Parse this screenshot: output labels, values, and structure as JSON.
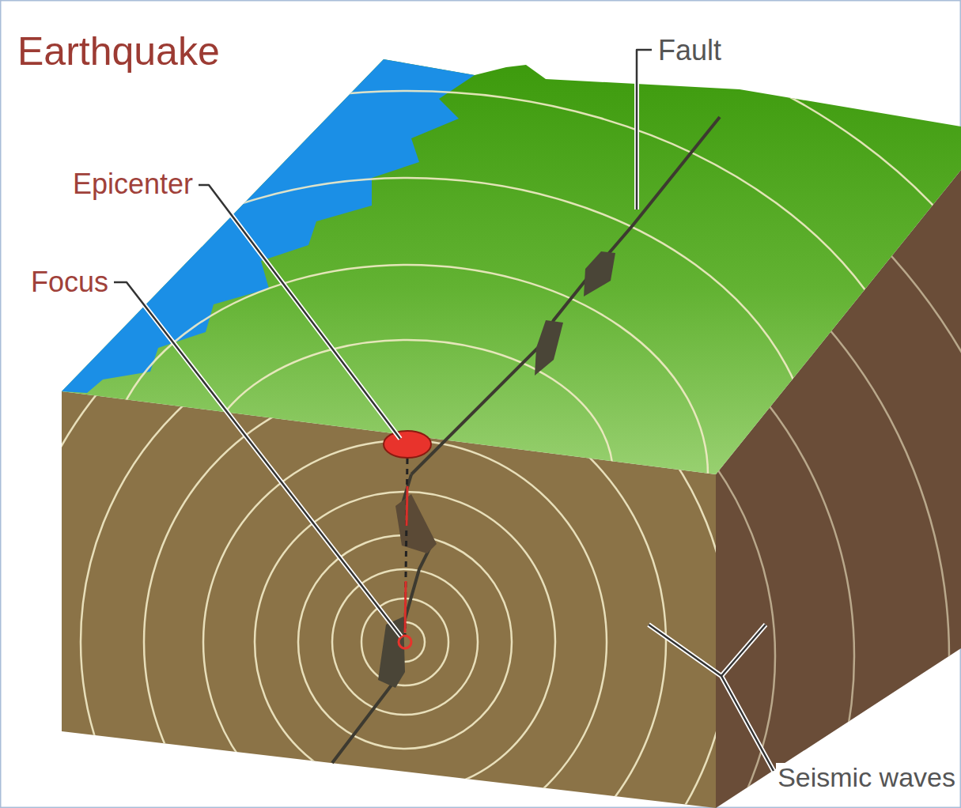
{
  "diagram": {
    "title": "Earthquake",
    "labels": [
      "Fault",
      "Epicenter",
      "Focus",
      "Seismic waves"
    ]
  }
}
